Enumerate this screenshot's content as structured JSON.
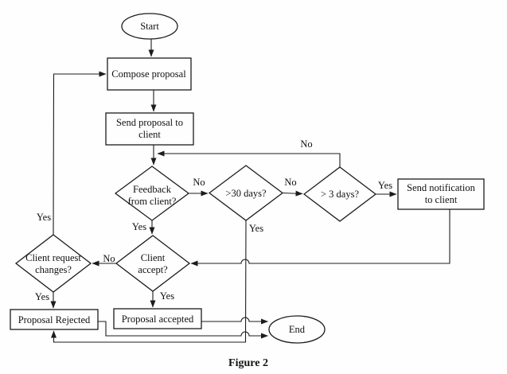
{
  "figure": {
    "caption": "Figure 2"
  },
  "nodes": {
    "start": {
      "label": "Start",
      "type": "terminator"
    },
    "compose": {
      "label": "Compose proposal",
      "type": "process"
    },
    "send_proposal": {
      "line1": "Send proposal to",
      "line2": "client",
      "type": "process"
    },
    "feedback": {
      "line1": "Feedback",
      "line2": "from client?",
      "type": "decision"
    },
    "over30days": {
      "label": ">30 days?",
      "type": "decision"
    },
    "over3days": {
      "label": "> 3 days?",
      "type": "decision"
    },
    "send_notification": {
      "line1": "Send notification",
      "line2": "to client",
      "type": "process"
    },
    "request_changes": {
      "line1": "Client request",
      "line2": "changes?",
      "type": "decision"
    },
    "client_accept": {
      "line1": "Client",
      "line2": "accept?",
      "type": "decision"
    },
    "proposal_rejected": {
      "label": "Proposal Rejected",
      "type": "process"
    },
    "proposal_accepted": {
      "label": "Proposal accepted",
      "type": "process"
    },
    "end": {
      "label": "End",
      "type": "terminator"
    }
  },
  "edge_labels": {
    "feedback_no": "No",
    "days30_no": "No",
    "days3_no": "No",
    "accept_no": "No",
    "feedback_yes": "Yes",
    "days30_yes": "Yes",
    "days3_yes": "Yes",
    "changes_up_yes": "Yes",
    "changes_down_yes": "Yes",
    "accept_yes": "Yes"
  },
  "colors": {
    "stroke": "#1c1c1c",
    "background": "#fefefe"
  }
}
